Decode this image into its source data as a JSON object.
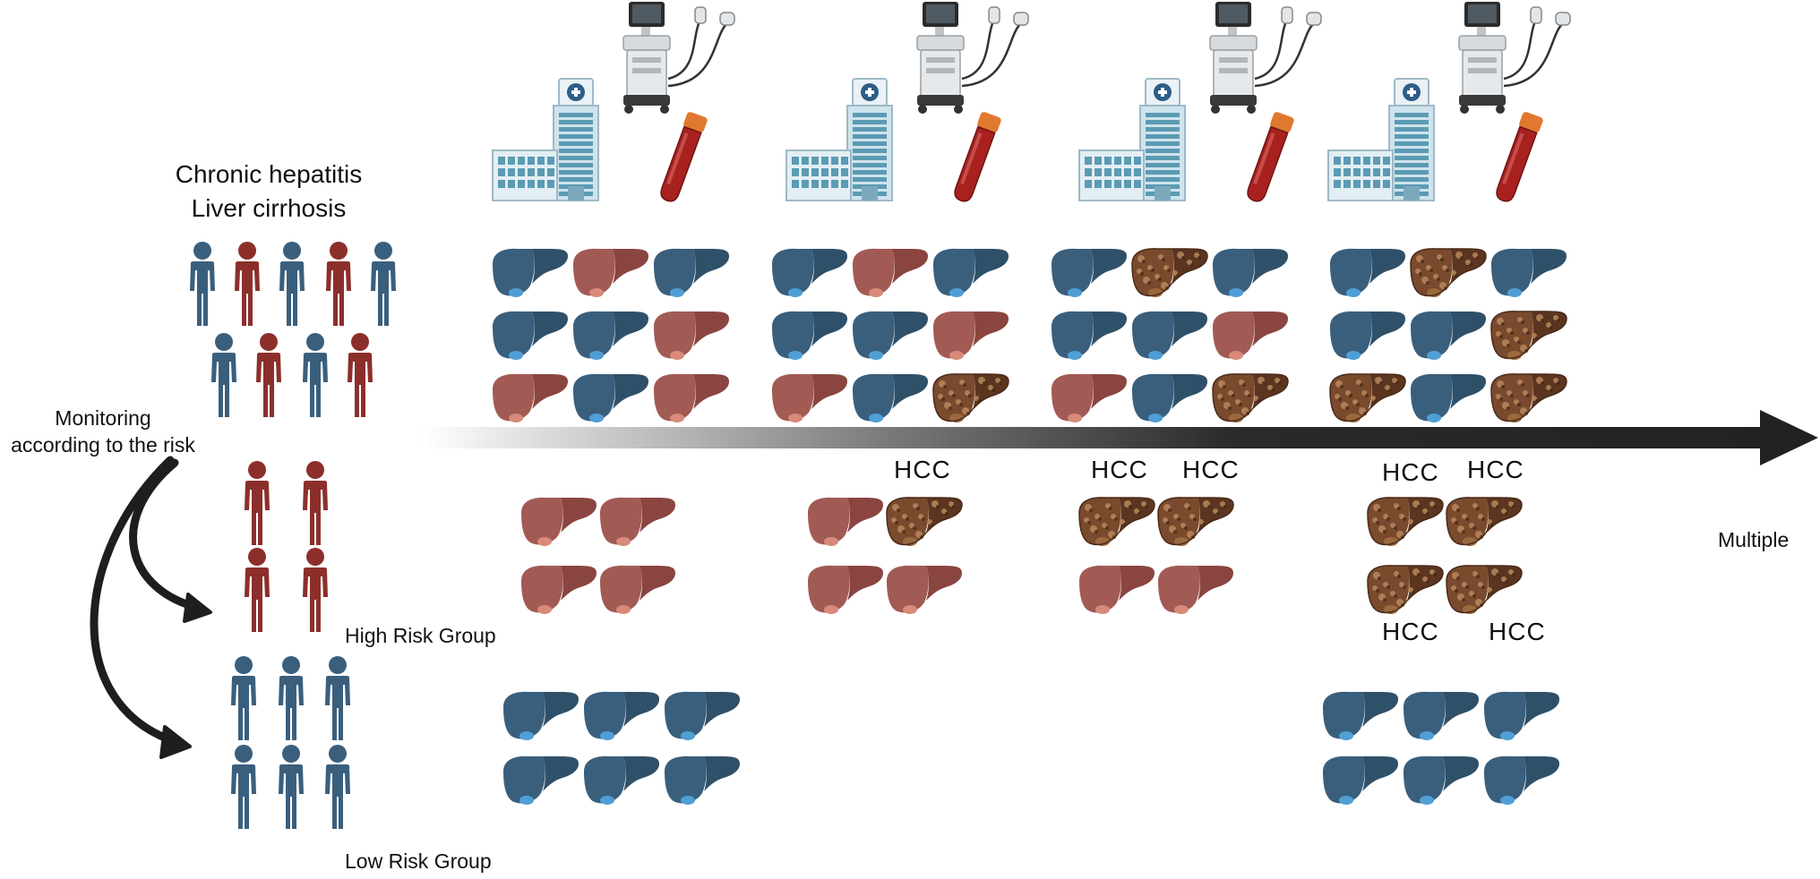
{
  "labels": {
    "population_line1": "Chronic hepatitis",
    "population_line2": "Liver cirrhosis",
    "monitoring_line1": "Monitoring",
    "monitoring_line2": "according to the risk",
    "high_risk": "High Risk Group",
    "low_risk": "Low Risk Group",
    "axis_end": "Multiple",
    "hcc": "HCC"
  },
  "population": {
    "row1": [
      "blue",
      "red",
      "blue",
      "red",
      "blue"
    ],
    "row2": [
      "blue",
      "red",
      "blue",
      "red"
    ]
  },
  "high_risk_people": 4,
  "low_risk_people": 6,
  "timepoints": [
    {
      "grid": [
        [
          "blue",
          "red",
          "blue"
        ],
        [
          "blue",
          "blue",
          "red"
        ],
        [
          "red",
          "blue",
          "red"
        ]
      ],
      "high_risk": [
        [
          "red",
          "red"
        ],
        [
          "red",
          "red"
        ]
      ],
      "high_hcc_labels": [],
      "low_risk": [
        [
          "blue",
          "blue",
          "blue"
        ],
        [
          "blue",
          "blue",
          "blue"
        ]
      ]
    },
    {
      "grid": [
        [
          "blue",
          "red",
          "blue"
        ],
        [
          "blue",
          "blue",
          "red"
        ],
        [
          "red",
          "blue",
          "tumor"
        ]
      ],
      "high_risk": [
        [
          "red",
          "tumor"
        ],
        [
          "red",
          "red"
        ]
      ],
      "high_hcc_labels": [
        "top-right"
      ],
      "low_risk": []
    },
    {
      "grid": [
        [
          "blue",
          "tumor",
          "blue"
        ],
        [
          "blue",
          "blue",
          "red"
        ],
        [
          "red",
          "blue",
          "tumor"
        ]
      ],
      "high_risk": [
        [
          "tumor",
          "tumor"
        ],
        [
          "red",
          "red"
        ]
      ],
      "high_hcc_labels": [
        "top-left",
        "top-right"
      ],
      "low_risk": []
    },
    {
      "grid": [
        [
          "blue",
          "tumor",
          "blue"
        ],
        [
          "blue",
          "blue",
          "tumor"
        ],
        [
          "tumor",
          "blue",
          "tumor"
        ]
      ],
      "high_risk": [
        [
          "tumor",
          "tumor"
        ],
        [
          "tumor",
          "tumor"
        ]
      ],
      "high_hcc_labels": [
        "top-left",
        "top-right",
        "bottom-left",
        "bottom-right"
      ],
      "low_risk": [
        [
          "blue",
          "blue",
          "blue"
        ],
        [
          "blue",
          "blue",
          "blue"
        ]
      ]
    }
  ],
  "colors": {
    "blue": "#3a5f7d",
    "blue_dark": "#2f5069",
    "blue_gall": "#4f9fd6",
    "red": "#a25a55",
    "red_dark": "#8a4540",
    "red_gall": "#d98a7a",
    "tumor": "#7a4a2e",
    "tumor_spot": "#b8875c",
    "person_blue": "#3a5f7d",
    "person_red": "#8c2f2b",
    "arrow": "#222222",
    "building": "#5b9bb3",
    "blood": "#a8211f",
    "cap": "#e0792f"
  }
}
